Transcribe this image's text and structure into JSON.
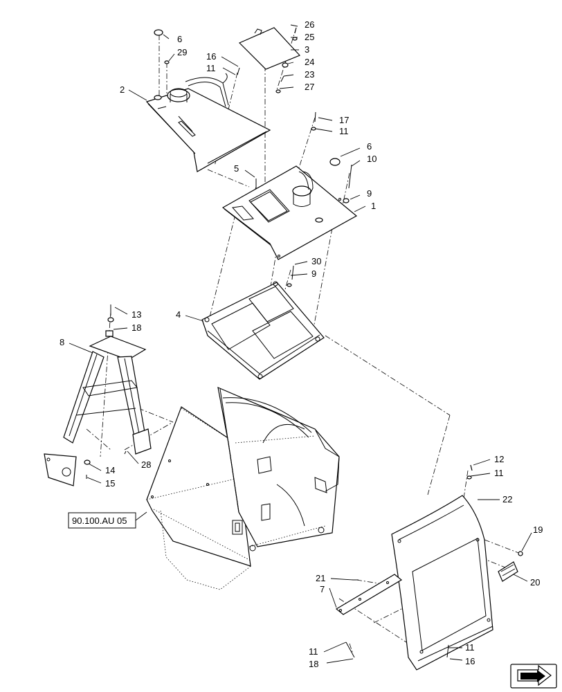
{
  "callouts": [
    "6",
    "29",
    "16",
    "11",
    "2",
    "26",
    "25",
    "3",
    "24",
    "23",
    "27",
    "17",
    "11",
    "6",
    "10",
    "5",
    "9",
    "1",
    "30",
    "9",
    "4",
    "13",
    "18",
    "8",
    "28",
    "14",
    "15",
    "12",
    "11",
    "22",
    "19",
    "20",
    "21",
    "7",
    "11",
    "18",
    "11",
    "16"
  ],
  "reference_label": "90.100.AU 05",
  "nav_icon": "arrow-next-icon"
}
